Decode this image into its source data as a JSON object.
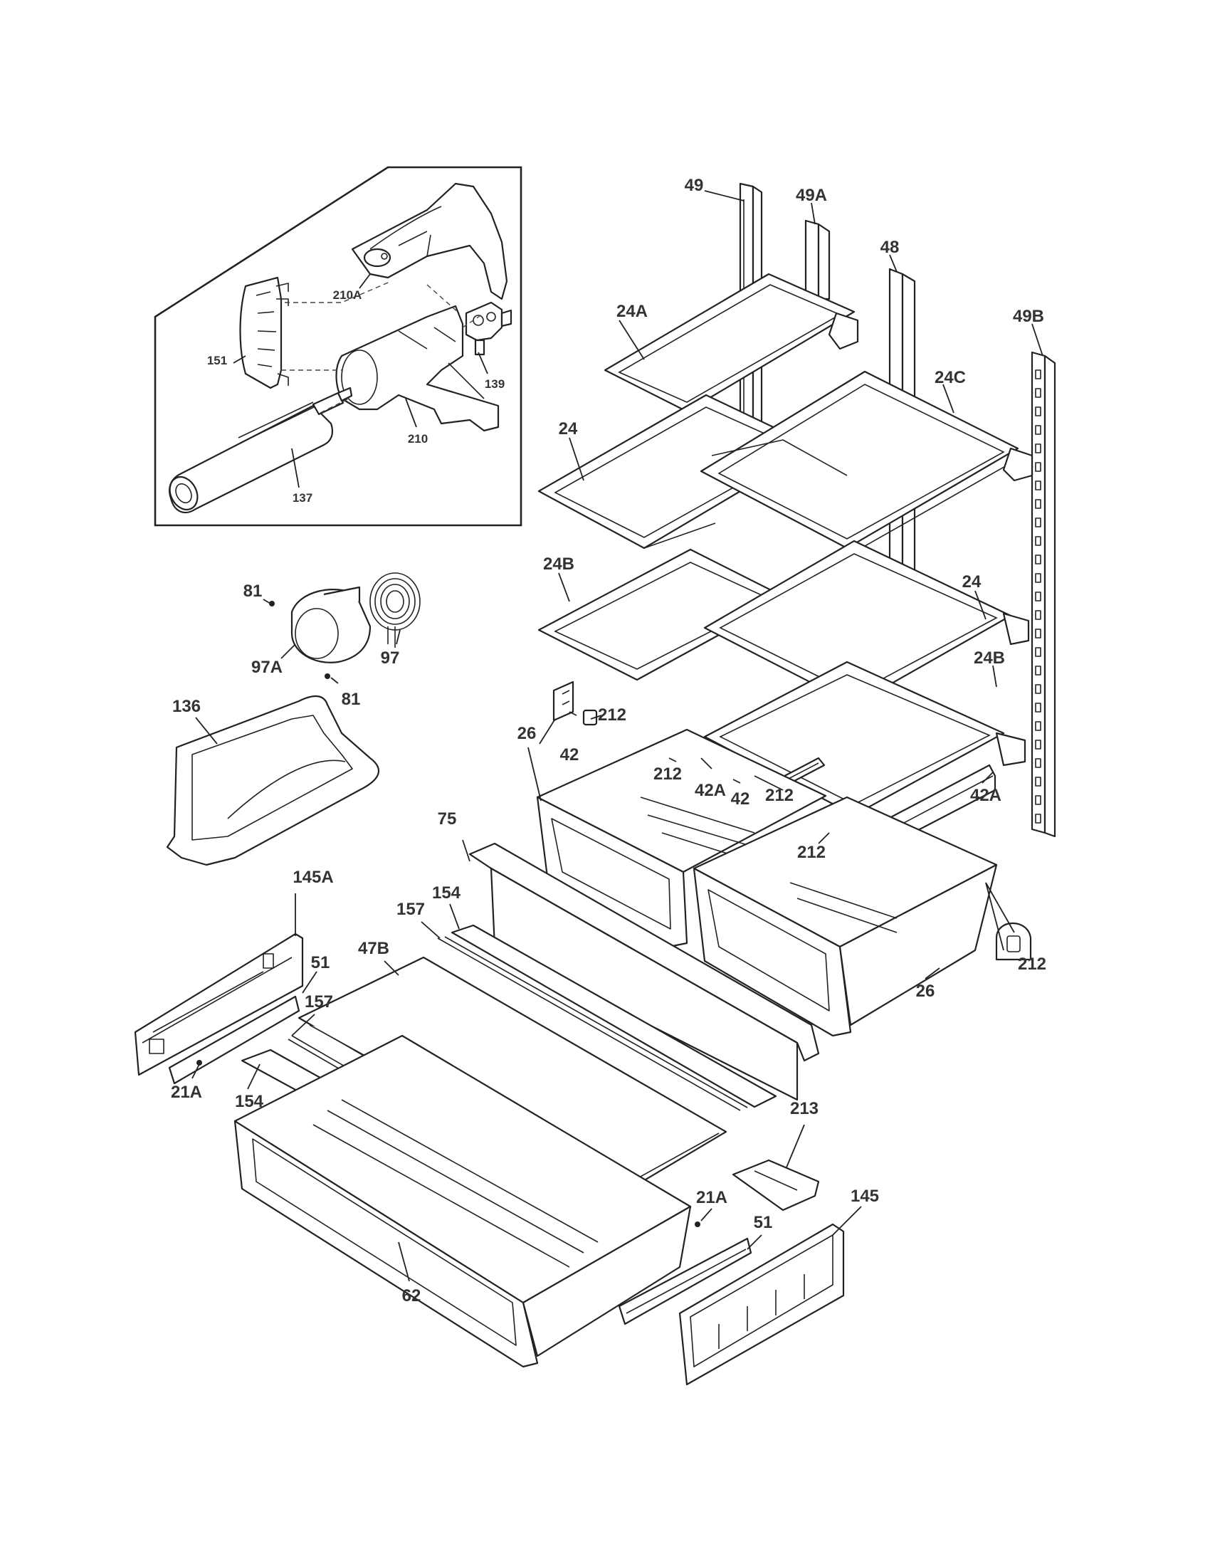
{
  "diagram": {
    "type": "exploded-parts-view",
    "callouts": {
      "c49": "49",
      "c49A": "49A",
      "c48": "48",
      "c49B": "49B",
      "c24A": "24A",
      "c24C": "24C",
      "c24_left": "24",
      "c24_right": "24",
      "c24B_left": "24B",
      "c24B_right": "24B",
      "c42_left": "42",
      "c212_a": "212",
      "c212_b": "212",
      "c42A_mid": "42A",
      "c42_mid": "42",
      "c212_c": "212",
      "c42A_right": "42A",
      "c212_d": "212",
      "c26_left": "26",
      "c26_right": "26",
      "c212_e": "212",
      "c75": "75",
      "c154_top": "154",
      "c157_top": "157",
      "c47B": "47B",
      "c145A": "145A",
      "c51_left": "51",
      "c157_left": "157",
      "c21A_left": "21A",
      "c154_left": "154",
      "c62": "62",
      "c213": "213",
      "c21A_right": "21A",
      "c51_right": "51",
      "c145": "145",
      "c81_top": "81",
      "c97": "97",
      "c97A": "97A",
      "c81_bottom": "81",
      "c136": "136",
      "c210A": "210A",
      "c151": "151",
      "c139": "139",
      "c210": "210",
      "c137": "137"
    }
  }
}
